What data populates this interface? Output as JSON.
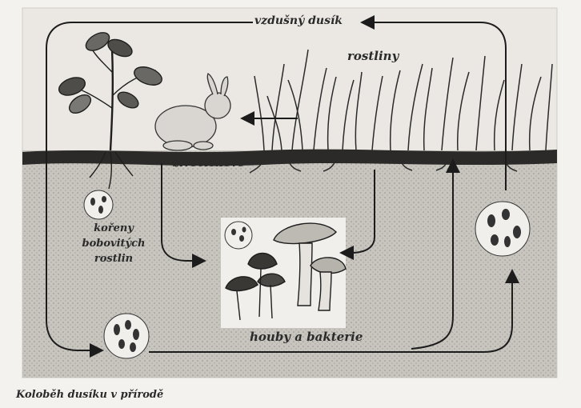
{
  "labels": {
    "air_nitrogen": "vzdušný dusík",
    "plants": "rostliny",
    "animals": "živočichové",
    "legume_roots": "kořeny bobovitých rostlin",
    "fungi_bacteria": "houby a bakterie"
  },
  "caption": "Koloběh dusíku v přírodě",
  "colors": {
    "line": "#1c1c1c",
    "paper": "#ebe8e3",
    "soil": "#bdbab4",
    "ground": "#2c2a28"
  }
}
